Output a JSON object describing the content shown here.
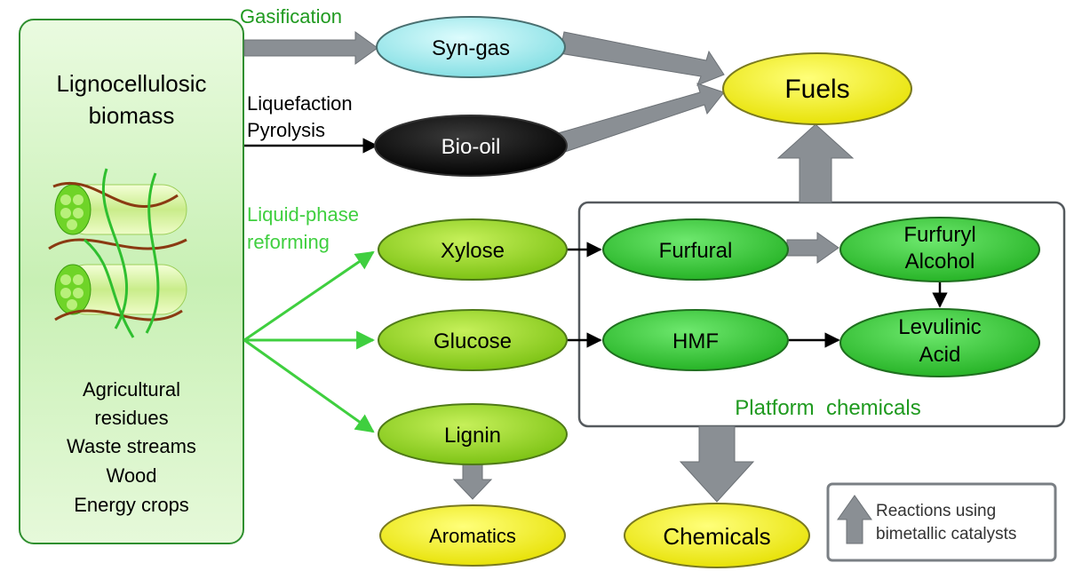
{
  "source_box": {
    "title_line1": "Lignocellulosic",
    "title_line2": "biomass",
    "sources": [
      "Agricultural",
      "residues",
      "Waste streams",
      "Wood",
      "Energy crops"
    ]
  },
  "routes": {
    "gasification": "Gasification",
    "liquefaction": "Liquefaction",
    "pyrolysis": "Pyrolysis",
    "lpr_line1": "Liquid-phase",
    "lpr_line2": "reforming"
  },
  "nodes": {
    "syngas": "Syn-gas",
    "biooil": "Bio-oil",
    "fuels": "Fuels",
    "xylose": "Xylose",
    "glucose": "Glucose",
    "lignin": "Lignin",
    "furfural": "Furfural",
    "furfuryl_line1": "Furfuryl",
    "furfuryl_line2": "Alcohol",
    "hmf": "HMF",
    "levulinic_line1": "Levulinic",
    "levulinic_line2": "Acid",
    "aromatics": "Aromatics",
    "chemicals": "Chemicals"
  },
  "platform_label": "Platform  chemicals",
  "legend": {
    "line1": "Reactions using",
    "line2": "bimetallic catalysts"
  },
  "colors": {
    "green_text": "#1f9a1f",
    "light_green": "#c8f0b4",
    "green_node": "#33c433",
    "lime_node": "#8fd31f",
    "yellow_node": "#f0f000",
    "cyan_node": "#a4eef0",
    "grey_arrow": "#8a8f94"
  }
}
